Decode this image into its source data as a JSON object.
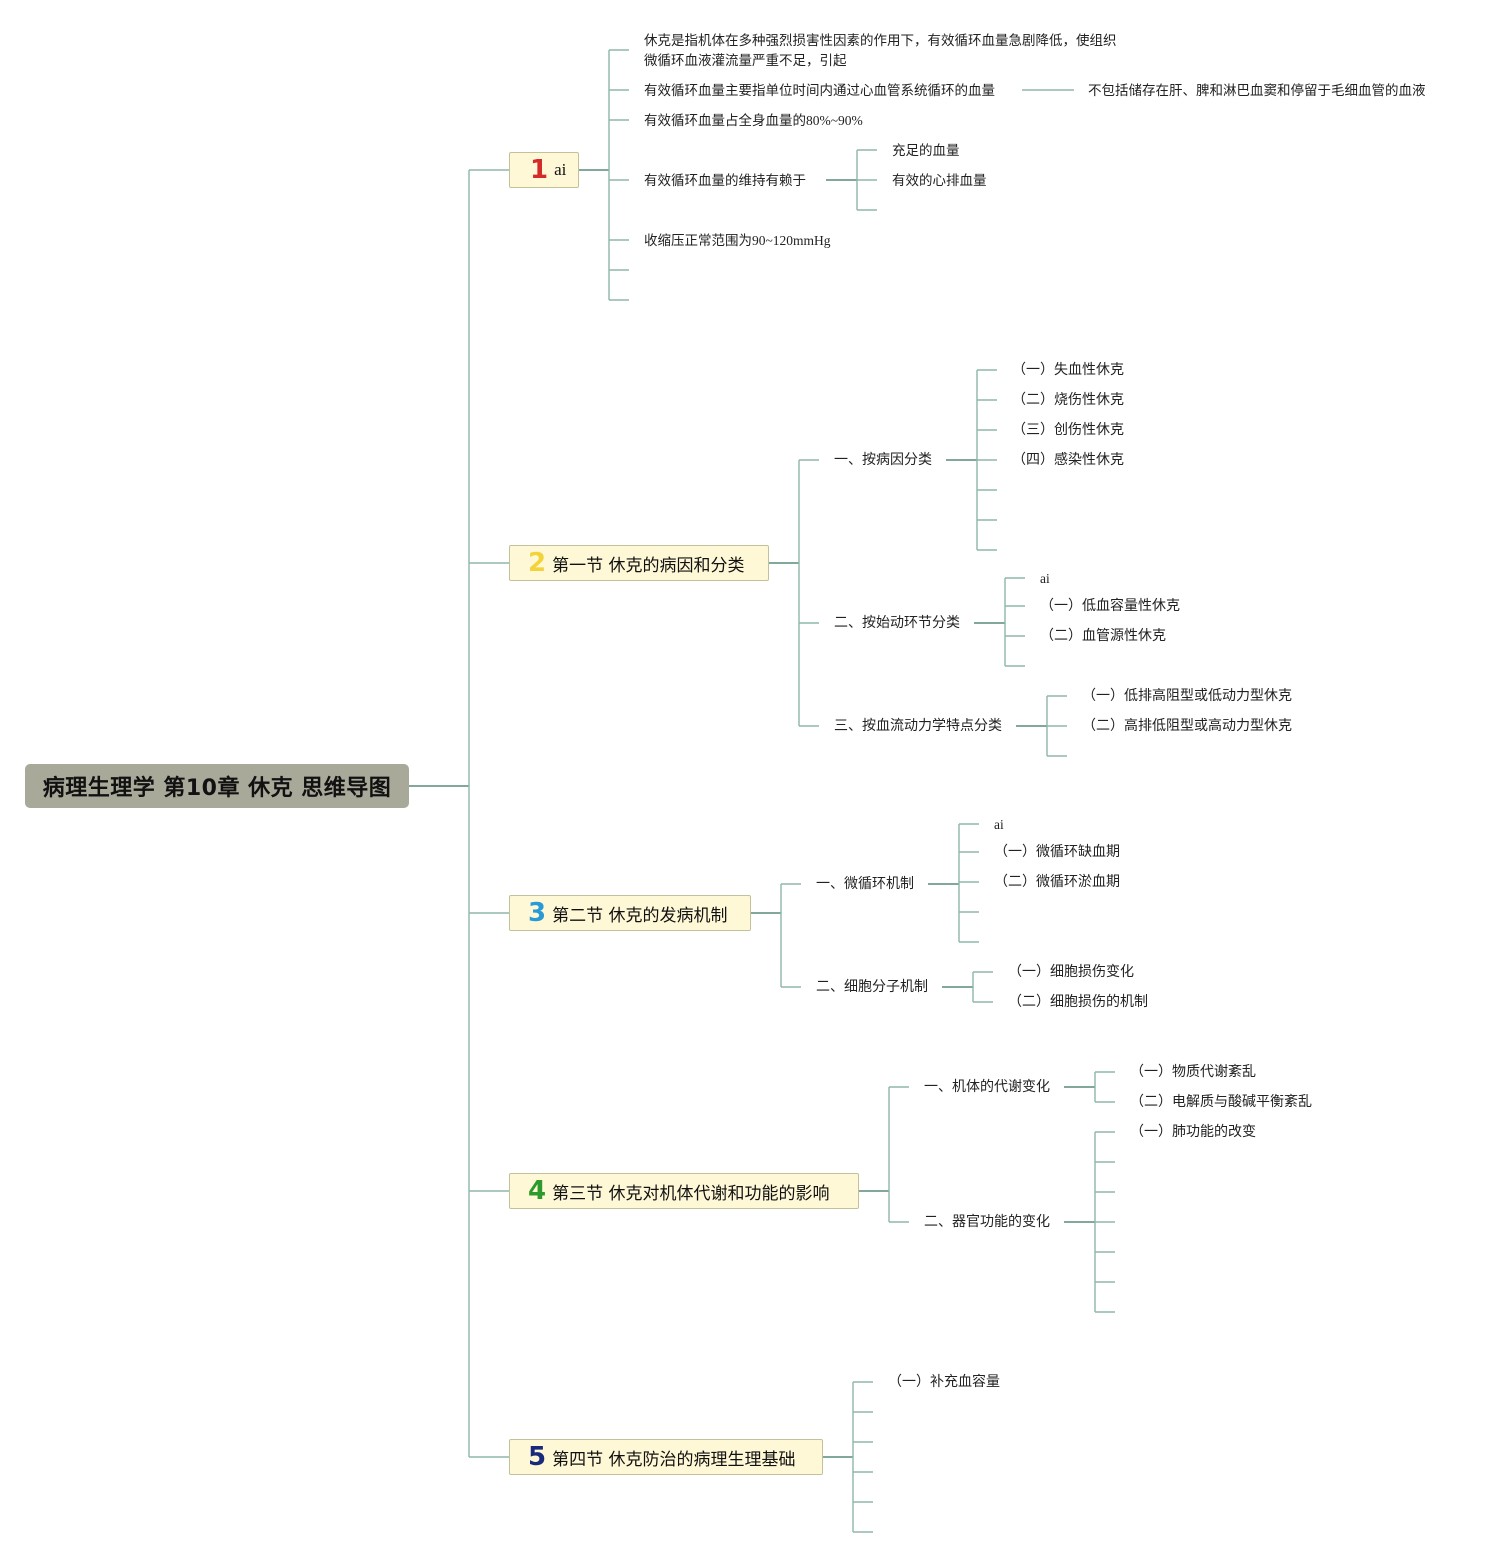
{
  "title": "病理生理学 第10章 休克 思维导图",
  "colors": {
    "line": "#8fb7a8",
    "root_bg": "#a9a99a",
    "section_bg": "#fff8d6",
    "num1": "#d42a2a",
    "num2": "#f2d33c",
    "num3": "#2a9ad6",
    "num4": "#2c9a2c",
    "num5": "#1a2a7a"
  },
  "sections": [
    {
      "num": "1",
      "label": "ai",
      "items": [
        "休克是指机体在多种强烈损害性因素的作用下，有效循环血量急剧降低，使组织",
        "微循环血液灌流量严重不足，引起",
        "有效循环血量主要指单位时间内通过心血管系统循环的血量",
        "不包括储存在肝、脾和淋巴血窦和停留于毛细血管的血液",
        "有效循环血量占全身血量的80%~90%",
        "有效循环血量的维持有赖于",
        "充足的血量",
        "有效的心排血量",
        "收缩压正常范围为90~120mmHg"
      ]
    },
    {
      "num": "2",
      "label": "第一节 休克的病因和分类",
      "groups": [
        {
          "label": "一、按病因分类",
          "items": [
            "（一）失血性休克",
            "（二）烧伤性休克",
            "（三）创伤性休克",
            "（四）感染性休克"
          ]
        },
        {
          "label": "二、按始动环节分类",
          "items": [
            "ai",
            "（一）低血容量性休克",
            "（二）血管源性休克"
          ]
        },
        {
          "label": "三、按血流动力学特点分类",
          "items": [
            "（一）低排高阻型或低动力型休克",
            "（二）高排低阻型或高动力型休克"
          ]
        }
      ]
    },
    {
      "num": "3",
      "label": "第二节 休克的发病机制",
      "groups": [
        {
          "label": "一、微循环机制",
          "items": [
            "ai",
            "（一）微循环缺血期",
            "（二）微循环淤血期"
          ]
        },
        {
          "label": "二、细胞分子机制",
          "items": [
            "（一）细胞损伤变化",
            "（二）细胞损伤的机制"
          ]
        }
      ]
    },
    {
      "num": "4",
      "label": "第三节 休克对机体代谢和功能的影响",
      "groups": [
        {
          "label": "一、机体的代谢变化",
          "items": [
            "（一）物质代谢紊乱",
            "（二）电解质与酸碱平衡紊乱"
          ]
        },
        {
          "label": "二、器官功能的变化",
          "items": [
            "（一）肺功能的改变"
          ]
        }
      ]
    },
    {
      "num": "5",
      "label": "第四节 休克防治的病理生理基础",
      "items": [
        "（一）补充血容量"
      ]
    }
  ]
}
